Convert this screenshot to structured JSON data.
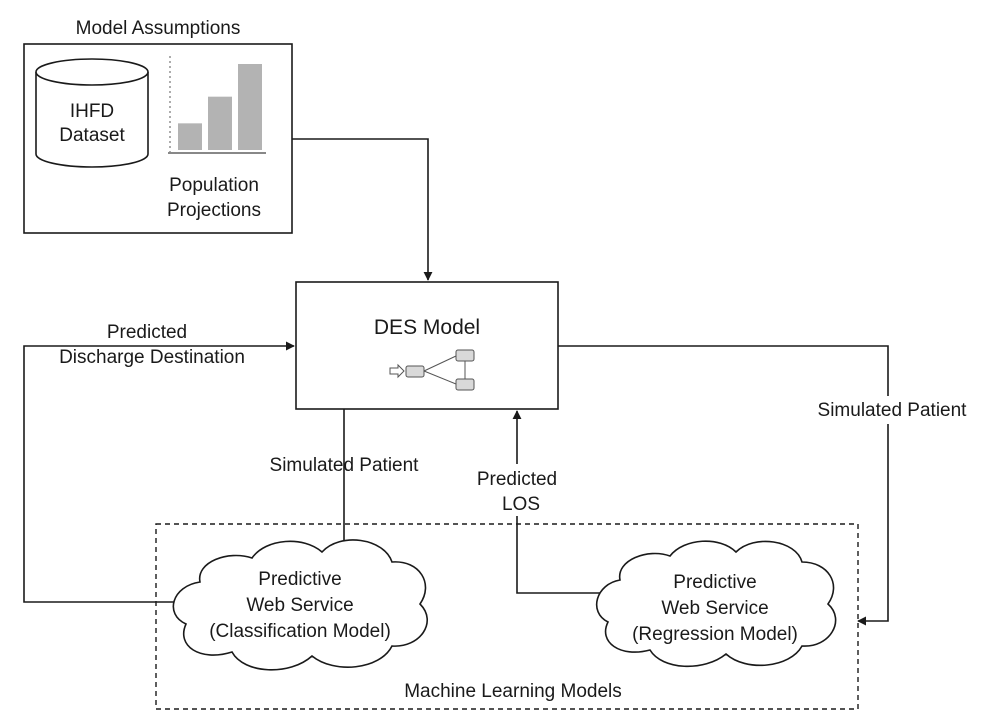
{
  "model_assumptions": {
    "title": "Model Assumptions",
    "dataset_line1": "IHFD",
    "dataset_line2": "Dataset",
    "population_line1": "Population",
    "population_line2": "Projections",
    "chart_bar_levels": [
      0.31,
      0.62,
      1.0
    ]
  },
  "des_model": {
    "title": "DES Model"
  },
  "labels": {
    "predicted_discharge_line1": "Predicted",
    "predicted_discharge_line2": "Discharge Destination",
    "simulated_patient_left": "Simulated Patient",
    "simulated_patient_right": "Simulated Patient",
    "predicted_los_line1": "Predicted",
    "predicted_los_line2": "LOS"
  },
  "ml_models": {
    "title": "Machine Learning Models",
    "classification": {
      "line1": "Predictive",
      "line2": "Web Service",
      "line3": "(Classification Model)"
    },
    "regression": {
      "line1": "Predictive",
      "line2": "Web Service",
      "line3": "(Regression Model)"
    }
  },
  "colors": {
    "stroke": "#1a1a1a",
    "chart_bar": "#b3b3b3",
    "icon_fill": "#d9d9d9"
  }
}
